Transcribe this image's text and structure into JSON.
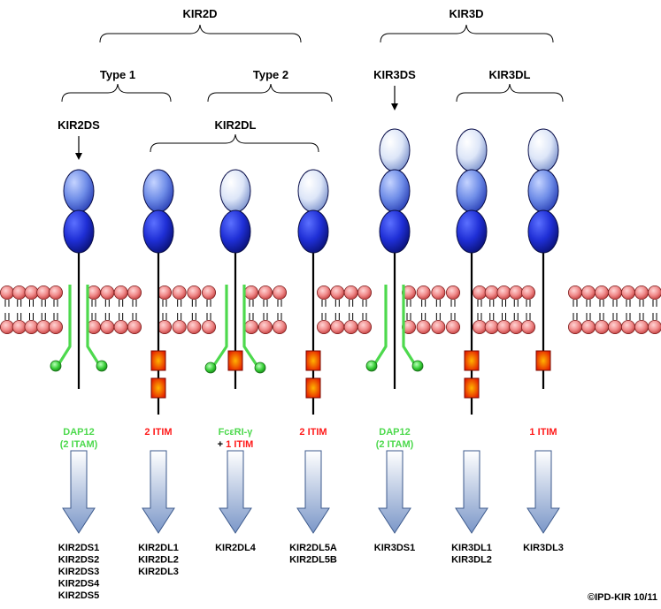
{
  "groups": {
    "kir2d": "KIR2D",
    "kir3d": "KIR3D",
    "type1": "Type 1",
    "type2": "Type 2",
    "kir2dl": "KIR2DL",
    "kir3dl": "KIR3DL",
    "kir2ds": "KIR2DS",
    "kir3ds": "KIR3DS"
  },
  "columns": [
    {
      "id": "kir2ds",
      "domains": [
        "mid",
        "dark"
      ],
      "adaptor": "dap12",
      "itim": 0,
      "signal": [
        {
          "text": "DAP12",
          "color": "green"
        },
        {
          "text": "(2 ITAM)",
          "color": "green"
        }
      ],
      "names": [
        "KIR2DS1",
        "KIR2DS2",
        "KIR2DS3",
        "KIR2DS4",
        "KIR2DS5"
      ]
    },
    {
      "id": "kir2dl1",
      "domains": [
        "mid",
        "dark"
      ],
      "adaptor": "none",
      "itim": 2,
      "signal": [
        {
          "text": "2 ITIM",
          "color": "red"
        }
      ],
      "names": [
        "KIR2DL1",
        "KIR2DL2",
        "KIR2DL3"
      ]
    },
    {
      "id": "kir2dl4",
      "domains": [
        "light",
        "dark"
      ],
      "adaptor": "fcr",
      "itim": 1,
      "signal": [
        {
          "text": "FcεRI-γ",
          "color": "green"
        },
        {
          "prefix": "+ ",
          "text": "1 ITIM",
          "color": "red"
        }
      ],
      "names": [
        "KIR2DL4"
      ]
    },
    {
      "id": "kir2dl5",
      "domains": [
        "light",
        "dark"
      ],
      "adaptor": "none",
      "itim": 2,
      "signal": [
        {
          "text": "2 ITIM",
          "color": "red"
        }
      ],
      "names": [
        "KIR2DL5A",
        "KIR2DL5B"
      ]
    },
    {
      "id": "kir3ds",
      "domains": [
        "light",
        "mid",
        "dark"
      ],
      "adaptor": "dap12",
      "itim": 0,
      "signal": [
        {
          "text": "DAP12",
          "color": "green"
        },
        {
          "text": "(2 ITAM)",
          "color": "green"
        }
      ],
      "names": [
        "KIR3DS1"
      ]
    },
    {
      "id": "kir3dl1",
      "domains": [
        "light",
        "mid",
        "dark"
      ],
      "adaptor": "none",
      "itim": 2,
      "signal": [],
      "names": [
        "KIR3DL1",
        "KIR3DL2"
      ]
    },
    {
      "id": "kir3dl3",
      "domains": [
        "light",
        "mid",
        "dark"
      ],
      "adaptor": "none",
      "itim": 1,
      "signal": [
        {
          "text": "1 ITIM",
          "color": "red"
        }
      ],
      "names": [
        "KIR3DL3"
      ]
    }
  ],
  "copyright": "©IPD-KIR 10/11",
  "colors": {
    "itim_red": "#ff1a1a",
    "adaptor_green": "#4dd94d",
    "domain_dark": "#1f2fd6",
    "domain_mid": "#6f8de8",
    "domain_light": "#dde6f8",
    "lipid_head": "#f08a8a"
  }
}
